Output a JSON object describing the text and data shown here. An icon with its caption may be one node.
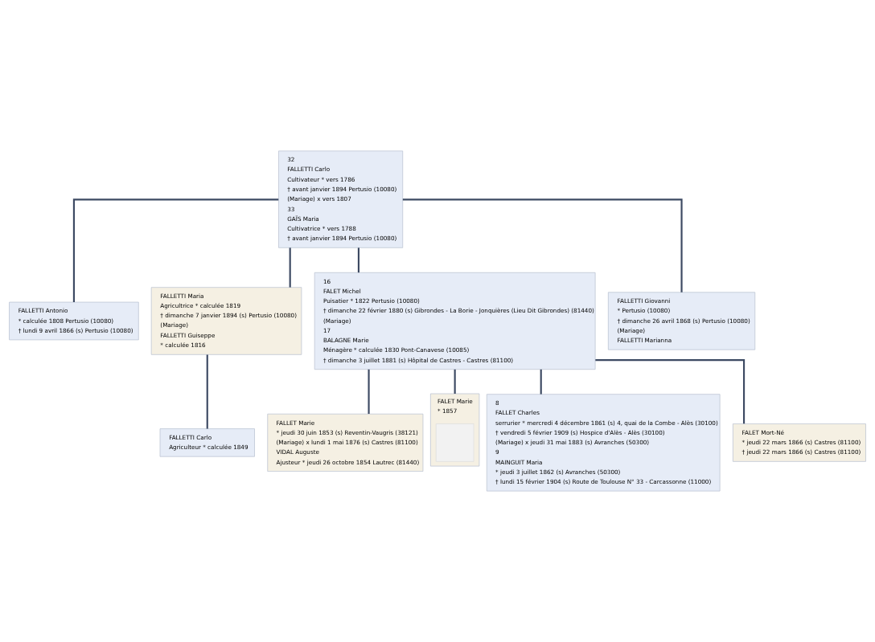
{
  "diagram": {
    "nodes": [
      {
        "text": [
          "32",
          "FALLETTI Carlo",
          "Cultivateur * vers 1786",
          "† avant janvier 1894 Pertusio (10080)",
          "(Mariage) x vers 1807",
          "33",
          "GAÏS Maria",
          "Cultivatrice * vers 1788",
          "† avant janvier 1894 Pertusio (10080)"
        ]
      },
      {
        "text": [
          "FALLETTI Antonio",
          "* calculée 1808 Pertusio (10080)",
          "† lundi 9 avril 1866 (s) Pertusio (10080)"
        ]
      },
      {
        "text": [
          "FALLETTI Maria",
          "Agricultrice * calculée 1819",
          "† dimanche 7 janvier 1894 (s) Pertusio (10080)",
          "(Mariage)",
          "FALLETTI Guiseppe",
          "* calculée 1816"
        ]
      },
      {
        "text": [
          "16",
          "FALET Michel",
          "Puisatier * 1822 Pertusio (10080)",
          "† dimanche 22 février 1880 (s) Gibrondes - La Borie - Jonquières (Lieu Dit Gibrondes) (81440)",
          "(Mariage)",
          "17",
          "BALAGNE Marie",
          "Ménagère * calculée 1830 Pont-Canavese (10085)",
          "† dimanche 3 juillet 1881 (s) Hôpital de Castres - Castres (81100)"
        ]
      },
      {
        "text": [
          "FALLETTI Giovanni",
          "* Pertusio (10080)",
          "† dimanche 26 avril 1868 (s) Pertusio (10080)",
          "(Mariage)",
          "FALLETTI Marianna"
        ]
      },
      {
        "text": [
          "FALLETTI Carlo",
          "Agriculteur * calculée 1849"
        ]
      },
      {
        "text": [
          "FALLET Marie",
          "* jeudi 30 juin 1853 (s) Reventin-Vaugris (38121)",
          "(Mariage) x lundi 1 mai 1876 (s) Castres (81100)",
          "VIDAL Auguste",
          "Ajusteur * jeudi 26 octobre 1854 Lautrec (81440)"
        ]
      },
      {
        "text": [
          "FALET Marie",
          "* 1857"
        ]
      },
      {
        "text": [],
        "shape": "box",
        "in": 7
      },
      {
        "text": [
          "8",
          "FALLET Charles",
          "serrurier * mercredi 4 décembre 1861 (s) 4, quai de la Combe - Alès (30100)",
          "† vendredi 5 février 1909 (s) Hospice d'Alès - Alès (30100)",
          "(Mariage) x jeudi 31 mai 1883 (s) Avranches (50300)",
          "9",
          "MAINGUIT Maria",
          "* jeudi 3 juillet 1862 (s) Avranches (50300)",
          "† lundi 15 février 1904 (s) Route de Toulouse N° 33 - Carcassonne (11000)"
        ]
      },
      {
        "text": [
          "FALET Mort-Né",
          "* jeudi 22 mars 1866 (s) Castres (81100)",
          "† jeudi 22 mars 1866 (s) Castres (81100)"
        ]
      }
    ],
    "edges": [
      {
        "from": 0,
        "to": 1,
        "arrow": "none"
      },
      {
        "from": 0,
        "to": 2,
        "arrow": "none"
      },
      {
        "from": 0,
        "to": 3,
        "arrow": "none"
      },
      {
        "from": 0,
        "to": 4,
        "arrow": "none"
      },
      {
        "from": 2,
        "to": 5,
        "arrow": "none"
      },
      {
        "from": 3,
        "to": 6,
        "arrow": "none"
      },
      {
        "from": 3,
        "to": 7,
        "arrow": "none"
      },
      {
        "from": 3,
        "to": 9,
        "arrow": "none"
      },
      {
        "from": 3,
        "to": 10,
        "arrow": "none"
      }
    ]
  }
}
